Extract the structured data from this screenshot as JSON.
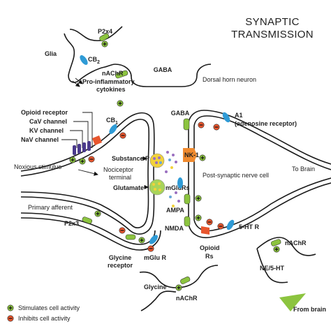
{
  "title": {
    "line1": "SYNAPTIC",
    "line2": "TRANSMISSION"
  },
  "labels": {
    "p2x4": "P2x4",
    "glia": "Glia",
    "cb2": "CB",
    "cb2_sub": "2",
    "nach_top": "nAChR",
    "gaba_top": "GABA",
    "dorsal_horn": "Dorsal horn neuron",
    "cytokines_1": "Pro-inflammatory",
    "cytokines_2": "cytokines",
    "opioid_receptor": "Opioid receptor",
    "cav": "CaV channel",
    "kv": "KV channel",
    "nav": "NaV channel",
    "cb1": "CB",
    "cb1_sub": "1",
    "gaba_mid": "GABA",
    "a1_1": "A1",
    "a1_2": "(adenosine receptor)",
    "substance_p": "Substance P",
    "nk1": "NK-1",
    "noxious": "Noxious stimulus",
    "nociceptor_1": "Nociceptor",
    "nociceptor_2": "terminal",
    "post_synaptic": "Post-synaptic nerve cell",
    "to_brain": "To Brain",
    "glutamate": "Glutamate",
    "mglurs": "mGluRs",
    "primary_afferent": "Primary afferent",
    "ampa": "AMPA",
    "nmda": "NMDA",
    "p2x3": "P2x3",
    "ht5": "5-HT R",
    "glycine_receptor_1": "Glycine",
    "glycine_receptor_2": "receptor",
    "mglu_r": "mGlu R",
    "opioid_rs_1": "Opioid",
    "opioid_rs_2": "Rs",
    "nach_right": "nAChR",
    "ne_5ht": "NE/5-HT",
    "glycine_bottom": "Glycine",
    "nach_bottom": "nAChR",
    "from_brain": "From brain"
  },
  "legend": {
    "stimulates": "Stimulates cell activity",
    "inhibits": "Inhibits cell activity"
  },
  "colors": {
    "stimulate": "#8cc43f",
    "inhibit": "#e8562e",
    "receptor_blue": "#2f9bd6",
    "receptor_green": "#8cc43f",
    "receptor_orange": "#e8562e",
    "channel_purple": "#4b3a8c",
    "nk1_orange": "#f08a2e",
    "glutamate_green": "#a8d45a",
    "substance_p_yellow": "#f2d23a",
    "vesicle_purple": "#9a6fc0",
    "vesicle_blue": "#6aa8d8"
  }
}
